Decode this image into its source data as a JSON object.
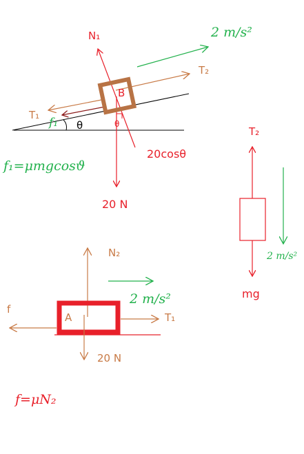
{
  "colors": {
    "red": "#e8202a",
    "green": "#22b14c",
    "orange": "#c87a46",
    "brown": "#b87345",
    "black": "#000000",
    "dark_red": "#8b1a1a"
  },
  "block_b": {
    "label": "B",
    "normal_label": "N₁",
    "tension_label": "T₂",
    "tension_back_label": "T₁",
    "friction_label": "f₁",
    "angle_label_1": "θ",
    "angle_label_2": "θ",
    "weight_label": "20 N",
    "component_label": "20cosθ",
    "accel_label": "2 m/s²"
  },
  "friction_formula_b": "f₁=μmgcosϑ",
  "hanging_mass": {
    "tension_label": "T₂",
    "weight_label": "mg",
    "accel_label": "2 m/s²"
  },
  "block_a": {
    "label": "A",
    "normal_label": "N₂",
    "tension_label": "T₁",
    "friction_label": "f",
    "weight_label": "20 N",
    "accel_label": "2 m/s²"
  },
  "friction_formula_a": "f=μN₂"
}
